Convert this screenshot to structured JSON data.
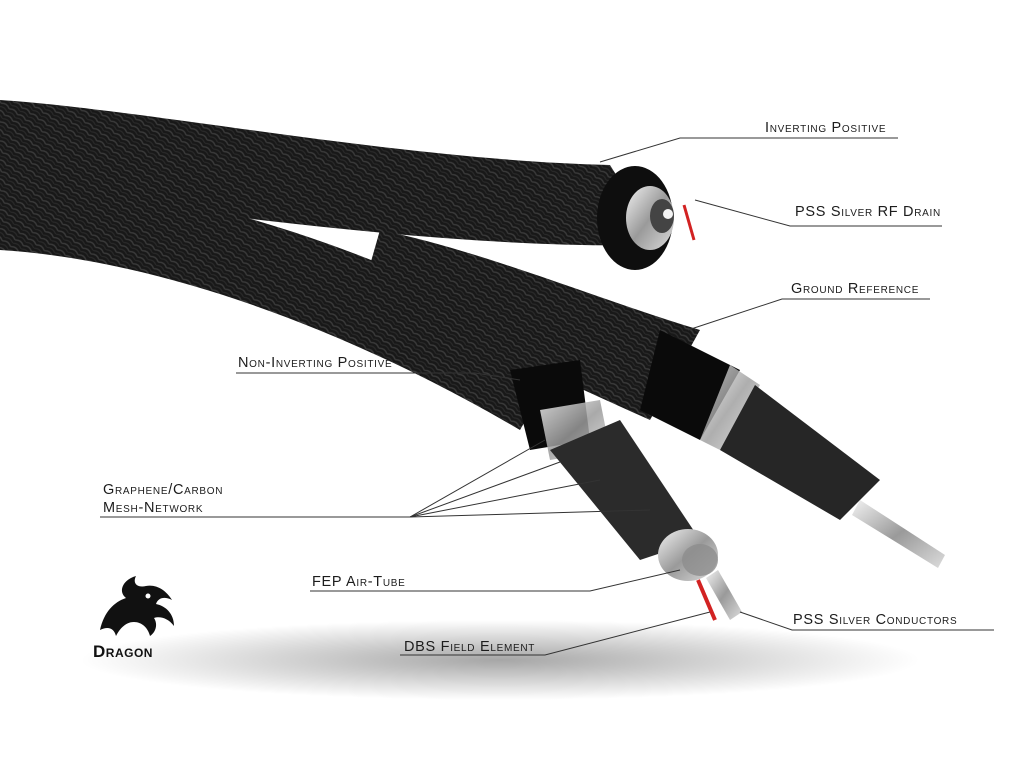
{
  "callouts": {
    "inverting_positive": "Inverting Positive",
    "pss_silver_rf_drain": "PSS Silver RF Drain",
    "ground_reference": "Ground Reference",
    "non_inverting_positive": "Non-Inverting Positive",
    "graphene_line1": "Graphene/Carbon",
    "graphene_line2": "Mesh-Network",
    "fep_air_tube": "FEP Air-Tube",
    "dbs_field_element": "DBS Field Element",
    "pss_silver_conductors": "PSS Silver Conductors"
  },
  "logo": {
    "brand": "Dragon"
  },
  "colors": {
    "jacket": "#161616",
    "silver": "#c9c9c9",
    "label_line": "#333333",
    "red_wire": "#d22222"
  }
}
